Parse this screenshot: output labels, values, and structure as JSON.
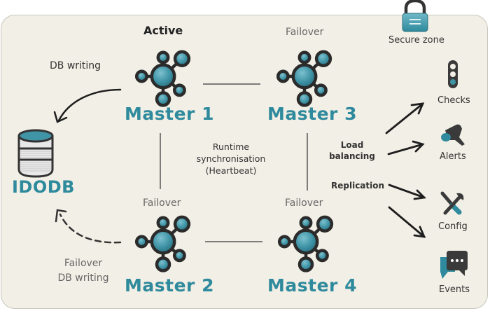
{
  "diagram": {
    "colors": {
      "accent": "#2e8a9c",
      "node_fill": "#3f94a6",
      "node_stroke": "#2b2b2b",
      "background": "#f2efe6",
      "text": "#333333"
    },
    "masters": [
      {
        "id": "master-1",
        "label": "Master 1",
        "role": "Active"
      },
      {
        "id": "master-2",
        "label": "Master 2",
        "role": "Failover"
      },
      {
        "id": "master-3",
        "label": "Master 3",
        "role": "Failover"
      },
      {
        "id": "master-4",
        "label": "Master 4",
        "role": "Failover"
      }
    ],
    "database": {
      "label": "IDODB",
      "icon": "database-icon"
    },
    "edges": {
      "db_writing": "DB writing",
      "failover_db_writing_line1": "Failover",
      "failover_db_writing_line2": "DB writing",
      "sync_line1": "Runtime",
      "sync_line2": "synchronisation",
      "sync_line3": "(Heartbeat)",
      "load_balancing_line1": "Load",
      "load_balancing_line2": "balancing",
      "replication": "Replication"
    },
    "secure_zone": {
      "label": "Secure zone",
      "icon": "lock-icon"
    },
    "services": [
      {
        "label": "Checks",
        "icon": "traffic-light-icon"
      },
      {
        "label": "Alerts",
        "icon": "megaphone-icon"
      },
      {
        "label": "Config",
        "icon": "wrench-screwdriver-icon"
      },
      {
        "label": "Events",
        "icon": "chat-bubbles-icon"
      }
    ]
  }
}
